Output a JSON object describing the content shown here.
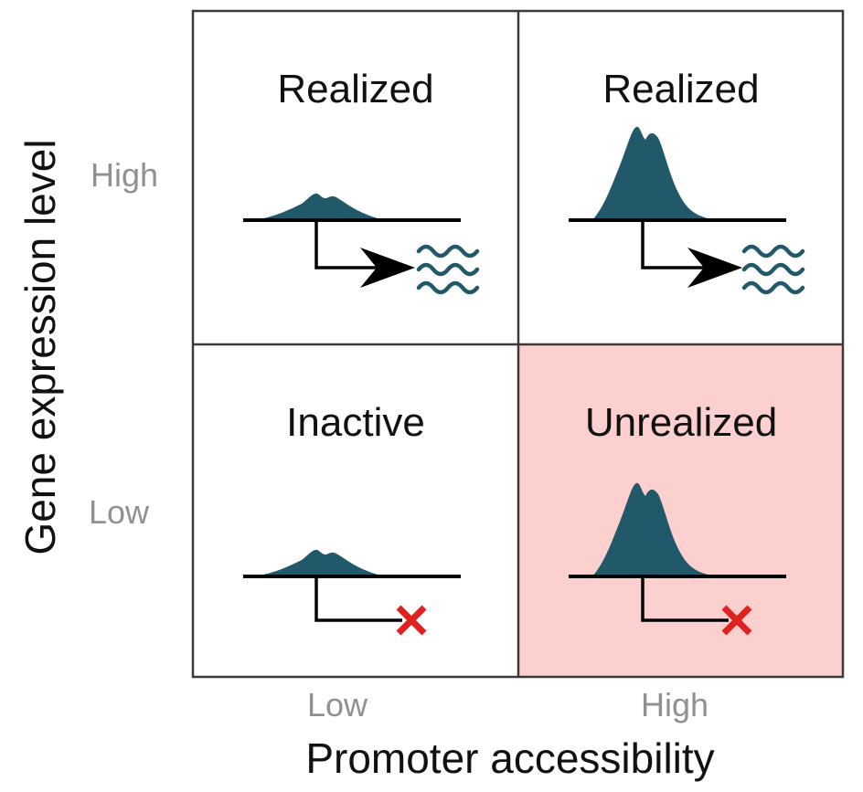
{
  "axes": {
    "y_title": "Gene expression level",
    "x_title": "Promoter accessibility",
    "y_ticks": [
      "High",
      "Low"
    ],
    "x_ticks": [
      "Low",
      "High"
    ]
  },
  "quadrants": [
    {
      "id": "top-left",
      "label": "Realized",
      "accessibility": "Low",
      "expression": "High",
      "transcript": "produced"
    },
    {
      "id": "top-right",
      "label": "Realized",
      "accessibility": "High",
      "expression": "High",
      "transcript": "produced"
    },
    {
      "id": "bottom-left",
      "label": "Inactive",
      "accessibility": "Low",
      "expression": "Low",
      "transcript": "blocked"
    },
    {
      "id": "bottom-right",
      "label": "Unrealized",
      "accessibility": "High",
      "expression": "Low",
      "transcript": "blocked",
      "highlighted": true
    }
  ],
  "colors": {
    "peak": "#22596a",
    "highlight": "#fdd0d0",
    "block_mark": "#e0221f",
    "grid": "#3a3a3a",
    "tick_text": "#909090"
  },
  "icons": {
    "transcript": "wavy-lines-icon",
    "block": "red-x-icon",
    "promoter": "arrow-icon"
  }
}
